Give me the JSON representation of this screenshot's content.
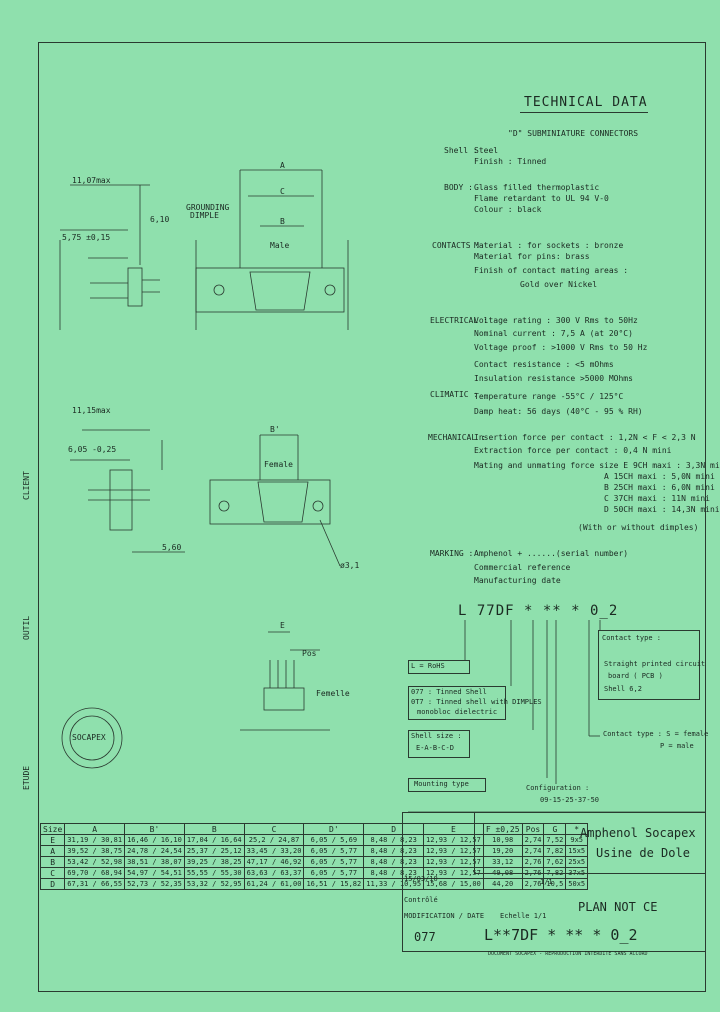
{
  "header": {
    "title": "TECHNICAL DATA",
    "subtitle": "\"D\" SUBMINIATURE CONNECTORS"
  },
  "specs": [
    {
      "label": "Shell :",
      "lines": [
        "Steel",
        "Finish : Tinned"
      ]
    },
    {
      "label": "BODY :",
      "lines": [
        "Glass filled thermoplastic",
        "Flame retardant to UL 94 V-0",
        "Colour : black"
      ]
    },
    {
      "label": "CONTACTS :",
      "lines": [
        "Material : for sockets : bronze",
        "Material for pins: brass",
        "Finish of contact mating areas :",
        "Gold over Nickel"
      ]
    },
    {
      "label": "ELECTRICAL :",
      "lines": [
        "Voltage rating : 300 V Rms to 50Hz",
        "Nominal current : 7,5 A (at 20°C)",
        "Voltage proof : >1000 V Rms to 50 Hz",
        "Contact resistance : <5 mOhms",
        "Insulation resistance >5000 MOhms"
      ]
    },
    {
      "label": "CLIMATIC :",
      "lines": [
        "Temperature range -55°C / 125°C",
        "Damp heat: 56 days (40°C - 95 % RH)"
      ]
    },
    {
      "label": "MECHANICAL :",
      "lines": [
        "Insertion force per contact : 1,2N < F < 2,3 N",
        "Extraction force per contact : 0,4 N mini",
        "Mating and unmating force size E 9CH maxi : 3,3N mini",
        "A 15CH maxi : 5,0N mini",
        "B 25CH maxi : 6,0N mini",
        "C 37CH maxi : 11N mini",
        "D 50CH maxi : 14,3N mini",
        "(With or without dimples)"
      ]
    },
    {
      "label": "MARKING :",
      "lines": [
        "Amphenol + ......(serial number)",
        "Commercial reference",
        "Manufacturing date"
      ]
    }
  ],
  "dims": {
    "a": "A",
    "b": "B",
    "c": "C",
    "b1": "B'",
    "v1107": "11,07max",
    "v575": "5,75 ±0,15",
    "v610": "6,10",
    "v1150": "11,15max",
    "v605": "6,05 -0,25",
    "v560": "5,60",
    "v31": "ø3,1",
    "male": "Male",
    "female": "Female",
    "femelle": "Femelle",
    "e": "E",
    "pos": "Pos",
    "grounding": "GROUNDING",
    "dimple": "DIMPLE"
  },
  "partcode": {
    "code": "L 77DF * ** * 0_2",
    "l_rohs": "L = RoHS",
    "shell_opt": [
      "077 : Tinned Shell",
      "0T7 : Tinned shell with DIMPLES",
      "monobloc dielectric"
    ],
    "shell_size": [
      "Shell size :",
      "E-A-B-C-D"
    ],
    "mounting": "Mounting type",
    "configuration": [
      "Configuration :",
      "09-15-25-37-50"
    ],
    "contact_title": "Contact type :",
    "contact_lines": [
      "Straight printed circuit",
      "board ( PCB )",
      "Shell 6,2"
    ],
    "ctype": [
      "Contact type : S = female",
      "P = male"
    ]
  },
  "table": {
    "headers": [
      "Size",
      "A",
      "B'",
      "B",
      "C",
      "D'",
      "D",
      "E",
      "F ±0,25",
      "Pos",
      "G",
      "*"
    ],
    "rows": [
      {
        "size": "E",
        "cells": [
          "31,19 / 30,81",
          "16,46 / 16,10",
          "17,04 / 16,64",
          "25,2 / 24,87",
          "6,05 / 5,69",
          "8,48 / 8,23",
          "12,93 / 12,57",
          "10,98",
          "2,74",
          "7,52",
          "9x5"
        ]
      },
      {
        "size": "A",
        "cells": [
          "39,52 / 38,75",
          "24,78 / 24,54",
          "25,37 / 25,12",
          "33,45 / 33,20",
          "6,05 / 5,77",
          "8,48 / 8,23",
          "12,93 / 12,57",
          "19,20",
          "2,74",
          "7,82",
          "15x5"
        ]
      },
      {
        "size": "B",
        "cells": [
          "53,42 / 52,98",
          "38,51 / 38,07",
          "39,25 / 38,25",
          "47,17 / 46,92",
          "6,05 / 5,77",
          "8,48 / 8,23",
          "12,93 / 12,57",
          "33,12",
          "2,76",
          "7,62",
          "25x5"
        ]
      },
      {
        "size": "C",
        "cells": [
          "69,70 / 68,94",
          "54,97 / 54,51",
          "55,55 / 55,30",
          "63,63 / 63,37",
          "6,05 / 5,77",
          "8,48 / 8,23",
          "12,93 / 12,57",
          "49,08",
          "2,76",
          "7,82",
          "37x5"
        ]
      },
      {
        "size": "D",
        "cells": [
          "67,31 / 66,55",
          "52,73 / 52,35",
          "53,32 / 52,95",
          "61,24 / 61,00",
          "16,51 / 15,82",
          "11,33 / 10,95",
          "15,68 / 15,00",
          "44,20",
          "2,76",
          "10,5",
          "50x5"
        ]
      }
    ]
  },
  "titleblock": {
    "company": "Amphenol Socapex",
    "site": "Usine de Dole",
    "doc": "PLAN NOT CE",
    "code": "L**7DF * ** * 0_2",
    "prefix": "077",
    "footer": "DOCUMENT SOCAPEX - REPRODUCTION INTERDITE SANS ACCORD",
    "mod": "MODIFICATION / DATE",
    "date": "15/03/10",
    "sheet": "1/1",
    "checked": "Contrôlé",
    "scale": "Echelle 1/1"
  },
  "side": {
    "client": "CLIENT",
    "outil": "OUTIL",
    "etude": "ETUDE",
    "stamp": "SOCAPEX"
  }
}
